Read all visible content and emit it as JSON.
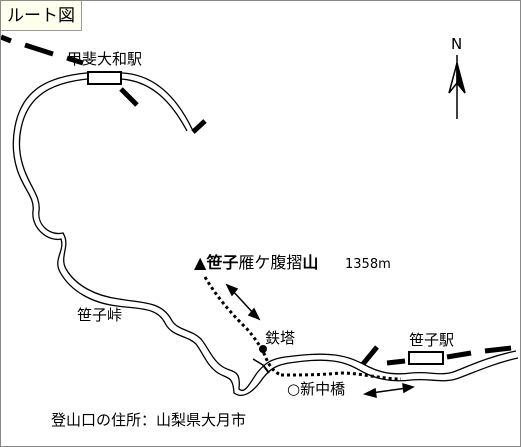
{
  "title": "ルート図",
  "north_label": "N",
  "labels": {
    "kai_yamato_station": "甲斐大和駅",
    "peak_prefix": "▲",
    "peak_bold": "笹子",
    "peak_middle": "雁ケ腹摺",
    "peak_bold2": "山",
    "peak_elevation": "1358m",
    "sasago_pass": "笹子峠",
    "tower": "鉄塔",
    "sasago_station": "笹子駅",
    "shin_naka_bashi": "新中橋",
    "trailhead_address": "登山口の住所：山梨県大月市"
  },
  "colors": {
    "railway": "#000000",
    "road": "#000000",
    "title_bg": "#ffffee"
  }
}
